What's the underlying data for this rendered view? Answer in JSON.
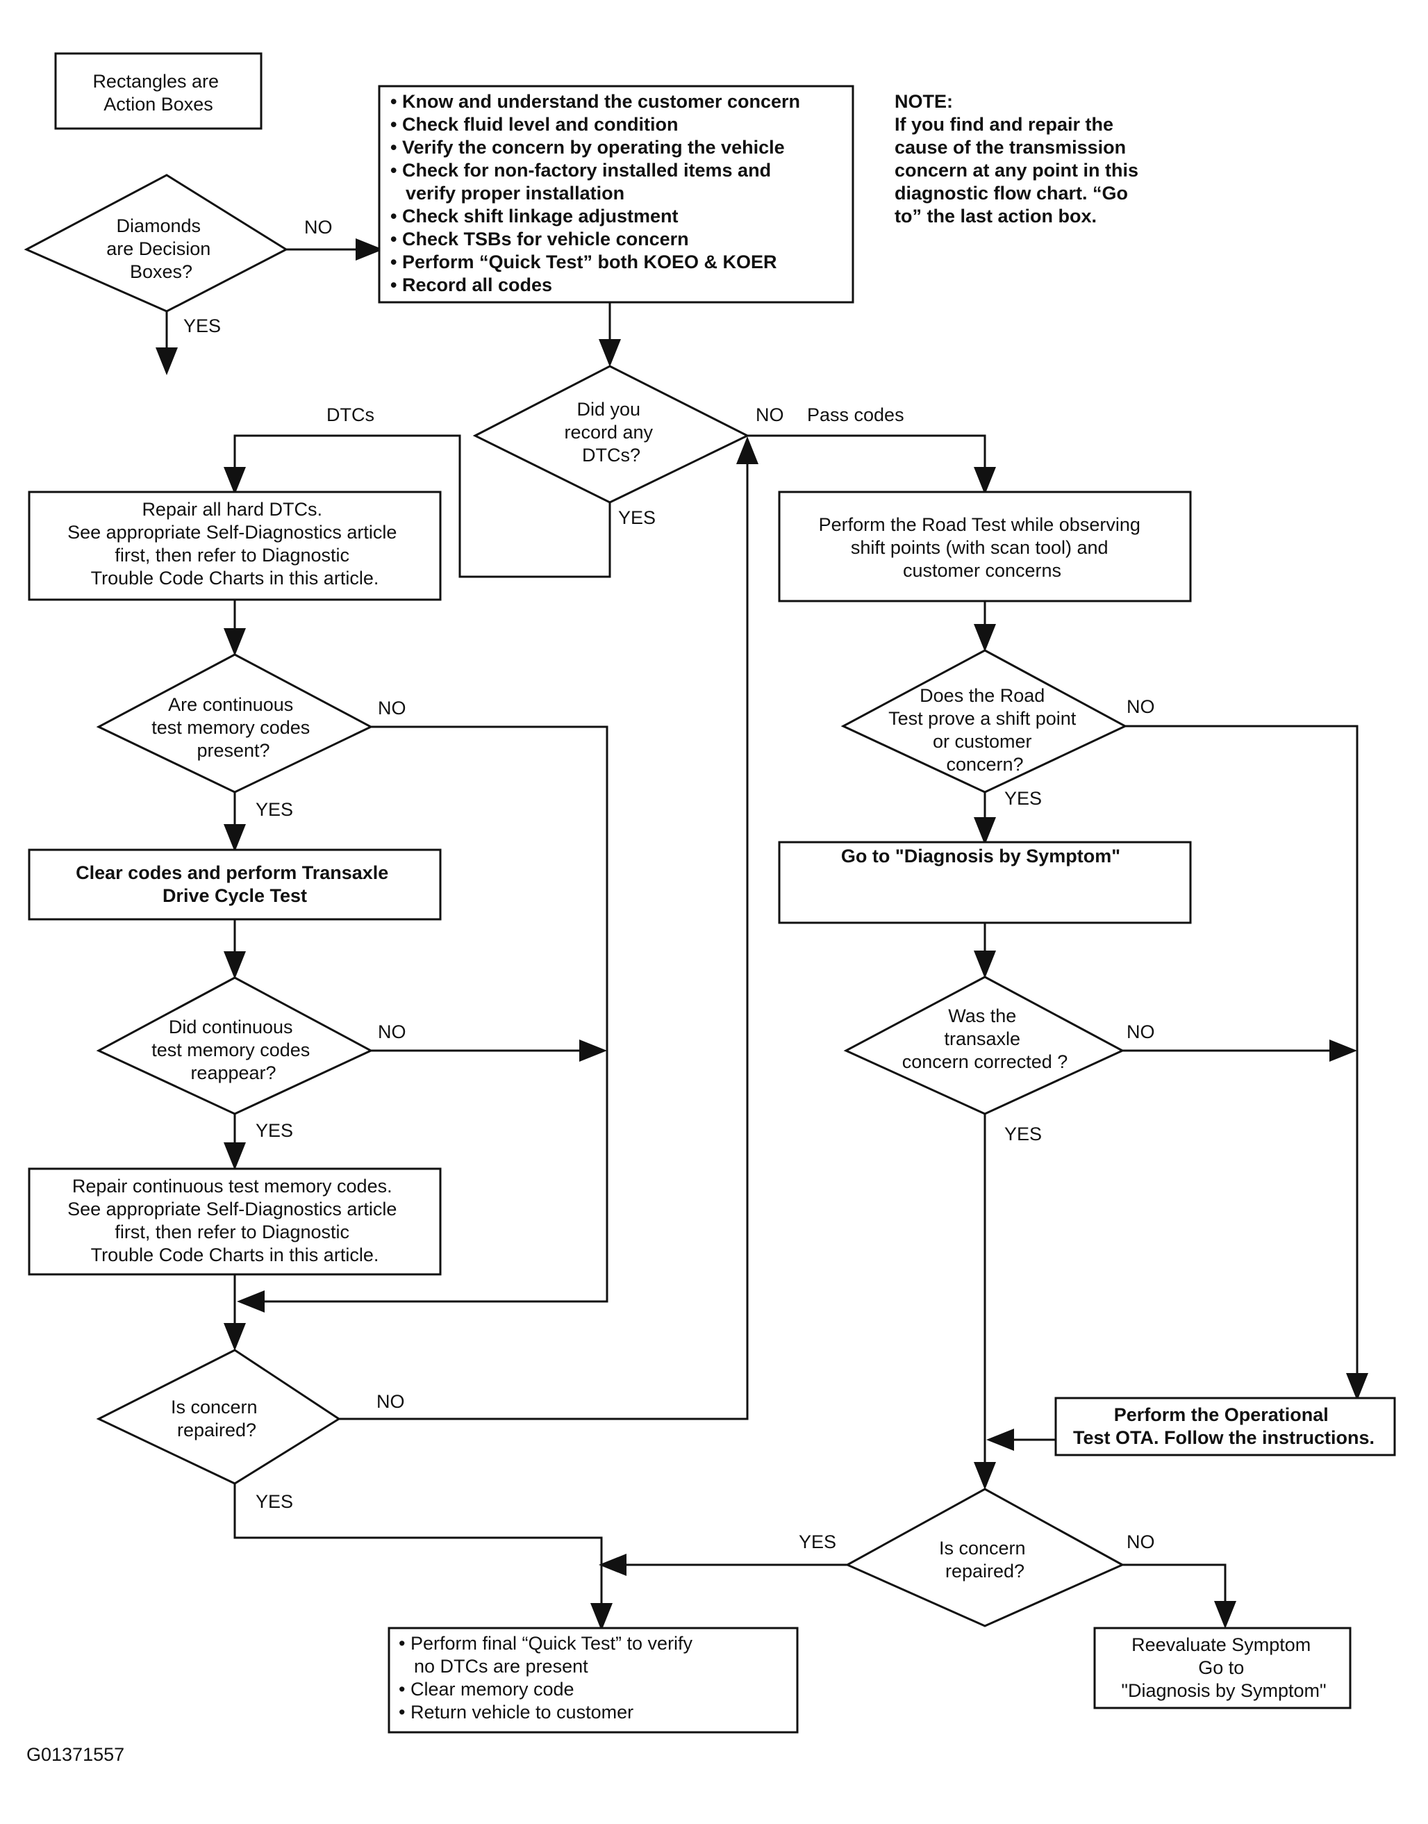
{
  "legend": {
    "rect_box": [
      "Rectangles are",
      "Action Boxes"
    ],
    "diamond": [
      "Diamonds",
      "are Decision",
      "Boxes?"
    ],
    "no": "NO",
    "yes": "YES"
  },
  "start_box": [
    "• Know and understand the customer concern",
    "• Check fluid level and condition",
    "• Verify the concern by operating the vehicle",
    "• Check for non-factory installed items and",
    "verify proper installation",
    "• Check shift linkage adjustment",
    "• Check TSBs for vehicle concern",
    "• Perform “Quick Test” both KOEO & KOER",
    "• Record all codes"
  ],
  "note": [
    "NOTE:",
    "If you find and repair the",
    "cause of the transmission",
    "concern at any point in this",
    "diagnostic flow chart. “Go",
    "to” the last action box."
  ],
  "record_dtcs": {
    "question": [
      "Did you",
      "record any",
      "DTCs?"
    ],
    "dtcs_label": "DTCs",
    "yes": "YES",
    "no": "NO",
    "pass_label": "Pass codes"
  },
  "repair_hard": [
    "Repair all hard DTCs.",
    "See appropriate Self-Diagnostics article",
    "first, then refer to Diagnostic",
    "Trouble Code Charts in this article."
  ],
  "continuous_present": {
    "question": [
      "Are continuous",
      "test memory codes",
      "present?"
    ],
    "no": "NO",
    "yes": "YES"
  },
  "clear_codes": [
    "Clear codes and perform Transaxle",
    "Drive Cycle Test"
  ],
  "reappear": {
    "question": [
      "Did continuous",
      "test memory codes",
      "reappear?"
    ],
    "no": "NO",
    "yes": "YES"
  },
  "repair_continuous": [
    "Repair continuous test memory codes.",
    "See appropriate Self-Diagnostics article",
    "first, then refer to Diagnostic",
    "Trouble Code Charts in this article."
  ],
  "repaired_left": {
    "question": [
      "Is concern",
      "repaired?"
    ],
    "no": "NO",
    "yes": "YES"
  },
  "road_test": [
    "Perform the Road Test while observing",
    "shift points (with scan tool) and",
    "customer concerns"
  ],
  "road_prove": {
    "question": [
      "Does the Road",
      "Test prove a shift point",
      "or customer",
      "concern?"
    ],
    "no": "NO",
    "yes": "YES"
  },
  "goto_symptom": [
    "Go to \"Diagnosis by Symptom\""
  ],
  "corrected": {
    "question": [
      "Was the",
      "transaxle",
      "concern corrected ?"
    ],
    "no": "NO",
    "yes": "YES"
  },
  "operational": [
    "Perform the Operational",
    "Test OTA. Follow the instructions."
  ],
  "repaired_right": {
    "question": [
      "Is concern",
      "repaired?"
    ],
    "no": "NO",
    "yes": "YES"
  },
  "final_box": [
    "• Perform final “Quick Test” to verify",
    "no DTCs are present",
    "• Clear memory code",
    "• Return vehicle to customer"
  ],
  "reevaluate": [
    "Reevaluate Symptom",
    "Go to",
    "\"Diagnosis by Symptom\""
  ],
  "figure_id": "G01371557"
}
